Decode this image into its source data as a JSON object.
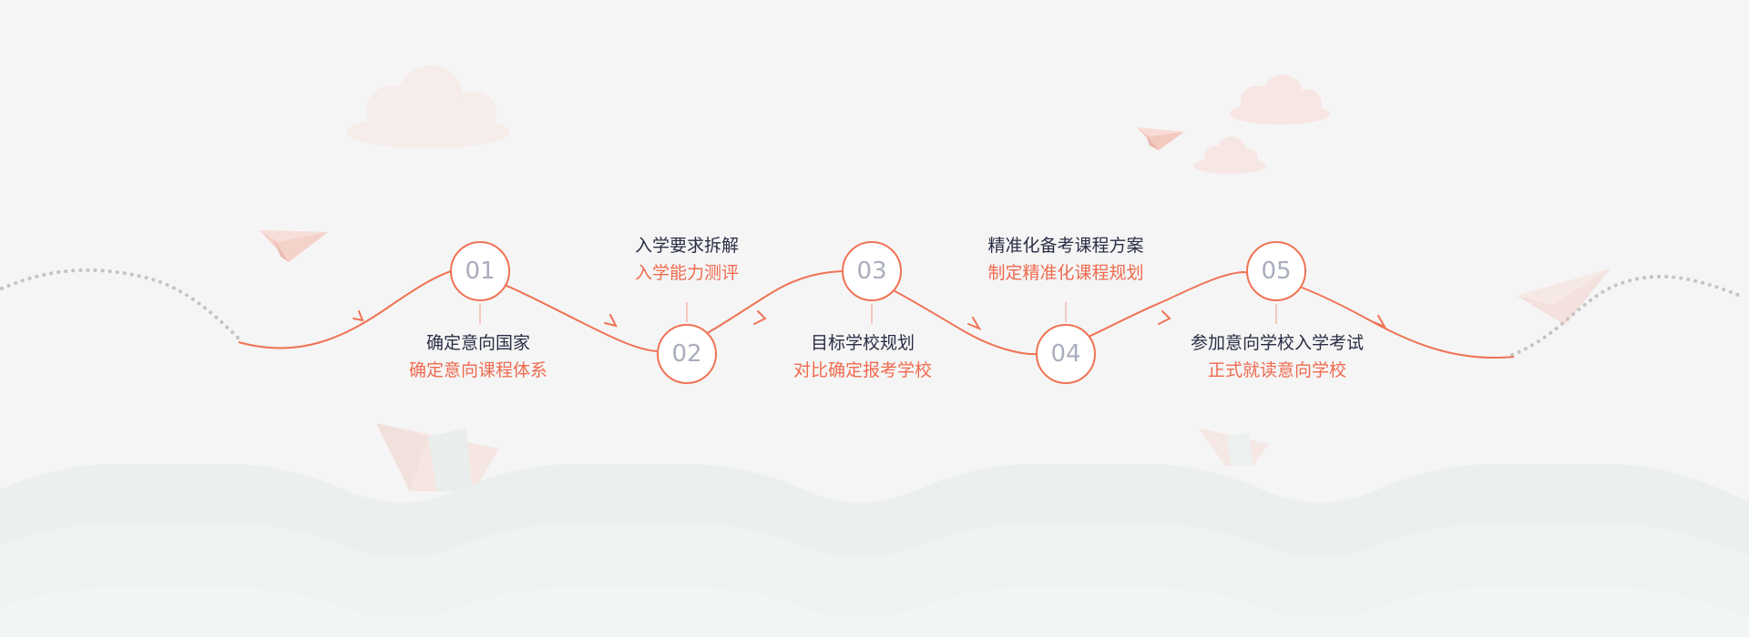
{
  "steps": [
    {
      "num": "01",
      "title": "确定意向国家",
      "subtitle": "确定意向课程体系"
    },
    {
      "num": "02",
      "title": "入学要求拆解",
      "subtitle": "入学能力测评"
    },
    {
      "num": "03",
      "title": "目标学校规划",
      "subtitle": "对比确定报考学校"
    },
    {
      "num": "04",
      "title": "精准化备考课程方案",
      "subtitle": "制定精准化课程规划"
    },
    {
      "num": "05",
      "title": "参加意向学校入学考试",
      "subtitle": "正式就读意向学校"
    }
  ],
  "colors": {
    "accent": "#f07355",
    "title": "#2a2e45",
    "subtitle": "#ef6a4f",
    "number": "#a9adbd",
    "dots": "#c4c4c4",
    "wave": "#e9eeee"
  }
}
